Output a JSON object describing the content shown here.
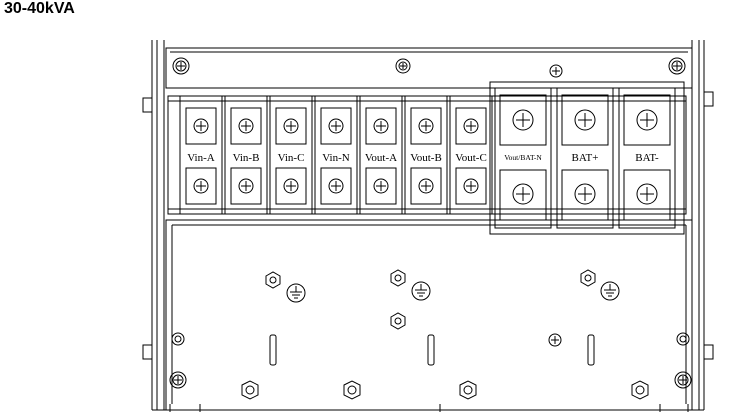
{
  "heading": "30-40kVA",
  "small_terminals": [
    "Vin-A",
    "Vin-B",
    "Vin-C",
    "Vin-N",
    "Vout-A",
    "Vout-B",
    "Vout-C"
  ],
  "large_terminals": [
    "Vout/BAT-N",
    "BAT+",
    "BAT-"
  ],
  "icons": {
    "screw": "screw-icon",
    "ground": "ground-symbol-icon",
    "bolt": "hex-bolt-icon"
  }
}
